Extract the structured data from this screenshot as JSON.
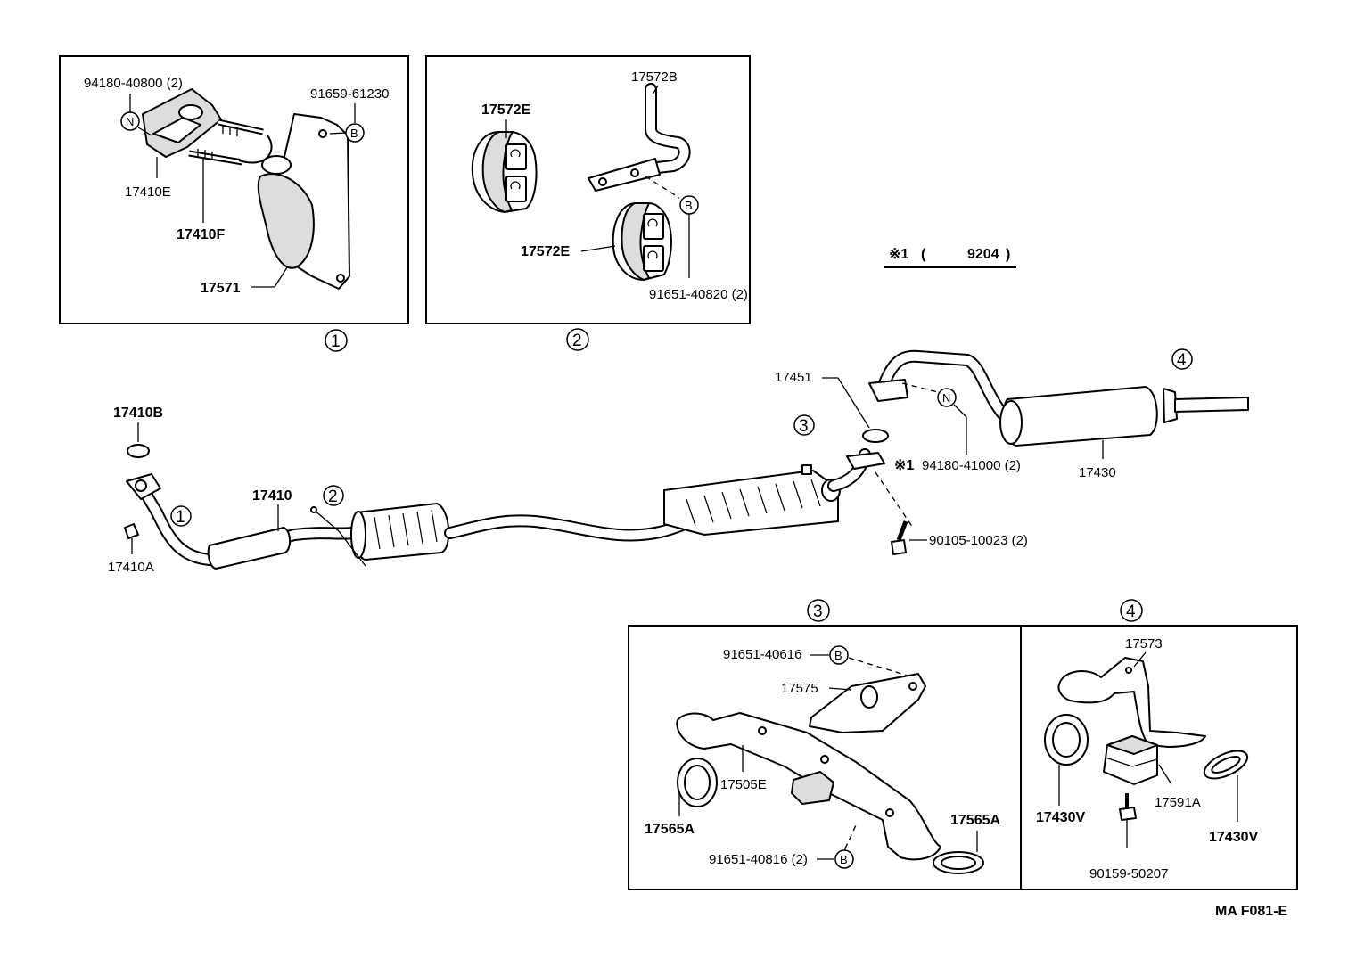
{
  "diagram_id": "MA F081-E",
  "note": {
    "symbol": "※1",
    "open_paren": "(",
    "code": "9204",
    "close_paren": ")"
  },
  "symbols": {
    "n": "N",
    "b": "B"
  },
  "detail_numbers": {
    "d1": "1",
    "d2": "2",
    "d3": "3",
    "d4": "4"
  },
  "box1": {
    "label_94180": "94180-40800 (2)",
    "label_91659": "91659-61230",
    "label_17410E": "17410E",
    "label_17410F": "17410F",
    "label_17571": "17571"
  },
  "box2": {
    "label_17572E_top": "17572E",
    "label_17572B": "17572B",
    "label_17572E_bottom": "17572E",
    "label_91651": "91651-40820 (2)"
  },
  "main": {
    "label_17410B": "17410B",
    "label_17410A": "17410A",
    "label_17410": "17410",
    "label_17451": "17451",
    "label_94180": "94180-41000 (2)",
    "label_ref_mark": "※1",
    "label_90105": "90105-10023 (2)",
    "label_17430": "17430"
  },
  "box3": {
    "label_91651_40616": "91651-40616",
    "label_17575": "17575",
    "label_17505E": "17505E",
    "label_17565A_left": "17565A",
    "label_17565A_right": "17565A",
    "label_91651_40816": "91651-40816 (2)"
  },
  "box4": {
    "label_17573": "17573",
    "label_17430V_left": "17430V",
    "label_17430V_right": "17430V",
    "label_17591A": "17591A",
    "label_90159": "90159-50207"
  }
}
